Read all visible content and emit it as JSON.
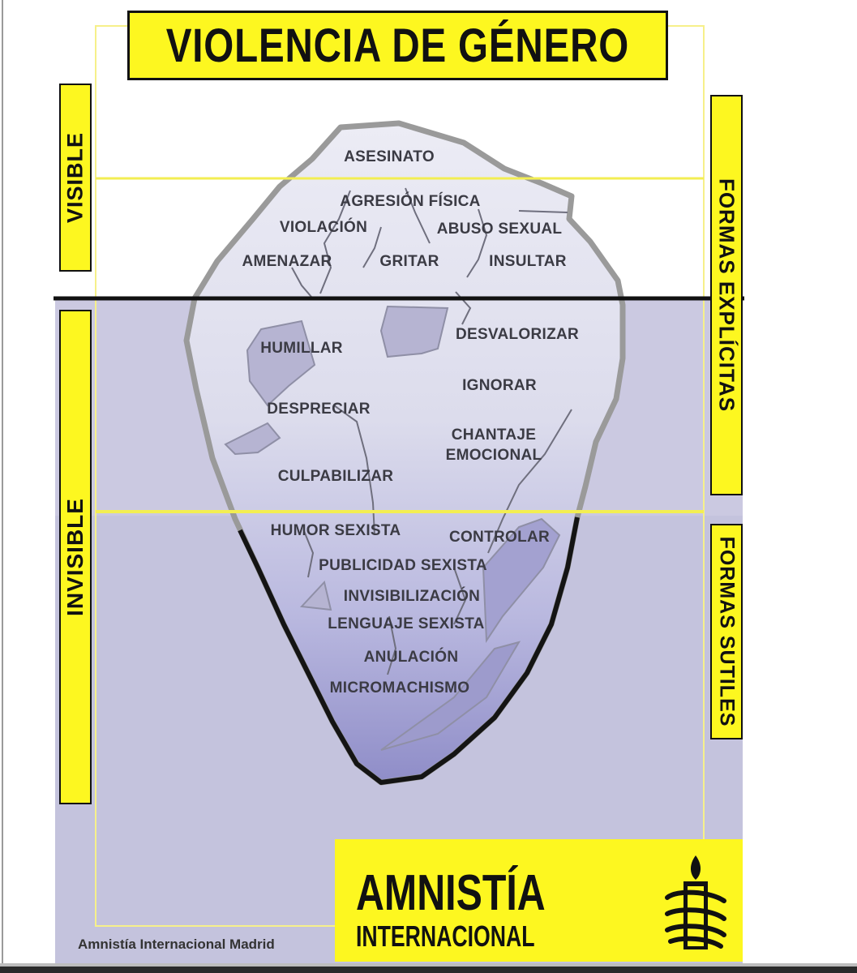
{
  "title": "VIOLENCIA DE GÉNERO",
  "side_labels": {
    "visible": "VISIBLE",
    "invisible": "INVISIBLE",
    "formas_explicitas": "FORMAS EXPLÍCITAS",
    "formas_sutiles": "FORMAS SUTILES"
  },
  "iceberg_terms": {
    "asesinato": "ASESINATO",
    "agresion_fisica": "AGRESIÓN FÍSICA",
    "violacion": "VIOLACIÓN",
    "abuso_sexual": "ABUSO SEXUAL",
    "amenazar": "AMENAZAR",
    "gritar": "GRITAR",
    "insultar": "INSULTAR",
    "humillar": "HUMILLAR",
    "desvalorizar": "DESVALORIZAR",
    "ignorar": "IGNORAR",
    "despreciar": "DESPRECIAR",
    "chantaje_emocional_1": "CHANTAJE",
    "chantaje_emocional_2": "EMOCIONAL",
    "culpabilizar": "CULPABILIZAR",
    "humor_sexista": "HUMOR SEXISTA",
    "controlar": "CONTROLAR",
    "publicidad_sexista": "PUBLICIDAD SEXISTA",
    "invisibilizacion": "INVISIBILIZACIÓN",
    "lenguaje_sexista": "LENGUAJE SEXISTA",
    "anulacion": "ANULACIÓN",
    "micromachismo": "MICROMACHISMO"
  },
  "organization": {
    "name": "AMNISTÍA",
    "subtitle": "INTERNACIONAL",
    "credit": "Amnistía Internacional Madrid"
  },
  "colors": {
    "accent_yellow": "#fdf720",
    "water": "#cbc9e1",
    "ice_top": "#e6e6f2",
    "ice_deep": "#9c9ad0",
    "outline": "#111111"
  }
}
